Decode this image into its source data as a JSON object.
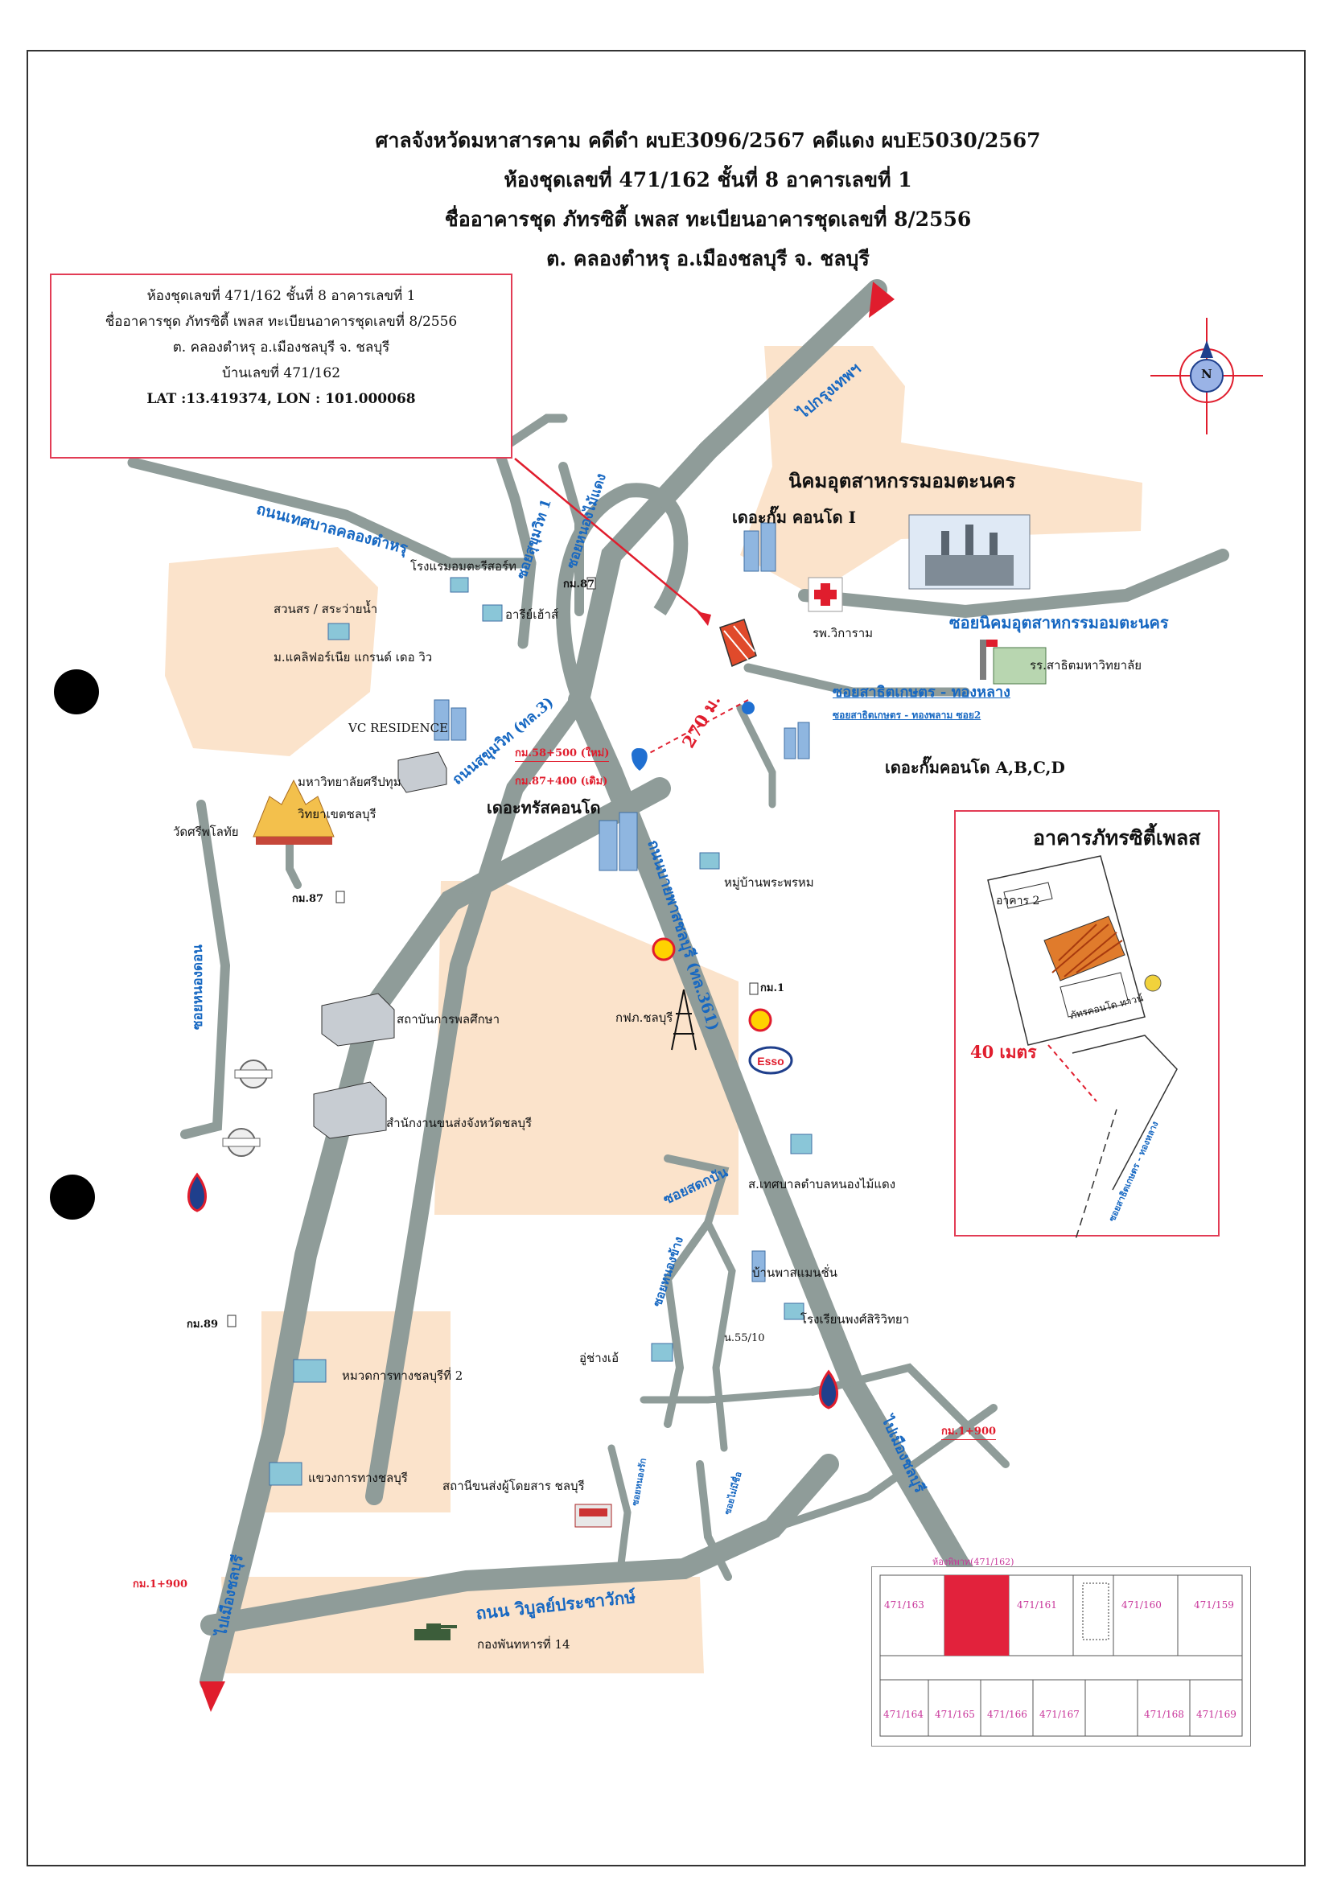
{
  "header": {
    "line1": "ศาลจังหวัดมหาสารคาม คดีดำ ผบE3096/2567 คดีแดง ผบE5030/2567",
    "line2": "ห้องชุดเลขที่ 471/162 ชั้นที่ 8 อาคารเลขที่ 1",
    "line3": "ชื่ออาคารชุด ภัทรซิตี้ เพลส ทะเบียนอาคารชุดเลขที่ 8/2556",
    "line4": "ต. คลองตำหรุ อ.เมืองชลบุรี จ. ชลบุรี"
  },
  "infobox": {
    "line1": "ห้องชุดเลขที่ 471/162 ชั้นที่ 8 อาคารเลขที่ 1",
    "line2": "ชื่ออาคารชุด ภัทรซิตี้ เพลส ทะเบียนอาคารชุดเลขที่ 8/2556",
    "line3": "ต. คลองตำหรุ อ.เมืองชลบุรี จ. ชลบุรี",
    "line4": "บ้านเลขที่ 471/162",
    "coords": "LAT :13.419374,  LON : 101.000068"
  },
  "compass": {
    "letter": "N"
  },
  "roads": {
    "to_bangkok": "ไปกรุงเทพฯ",
    "to_chonburi_right": "ไปเมืองชลบุรี",
    "to_chonburi_left": "ไปเมืองชลบุรี",
    "sukhumvit": "ถนนสุขุมวิท (ทล.3)",
    "soi_sukhumvit": "ซอยสุขุมวิท 1",
    "soi_nongmaidaeng": "ซอยหนองไม้แดง",
    "thesaban_road": "ถนนเทศบาลคลองตำหรุ",
    "bypass": "ถนนบายพาสชลบุรี (ทล.361)",
    "soi_amata": "ซอยนิคมอุตสาหกรรมอมตะนคร",
    "soi_sathitkaset": "ซอยสาธิตเกษตร - ทองหลาง",
    "soi_sathitkaset2": "ซอยสาธิตเกษตร - ทองพลาม ซอย2",
    "soi_nongdon": "ซอยหนองดอน",
    "soi_sakbun": "ซอยสดกบัน",
    "soi_nongkhang": "ซอยหนองข้าง",
    "wiboon": "ถนน วิบูลย์ประชาวักษ์",
    "soi_nongrak": "ซอยหนองรัก",
    "soi_maisue": "ซอยไม่มีชื่อ"
  },
  "places": {
    "amata": "นิคมอุตสาหกรรมอมตะนคร",
    "the_cube_i": "เดอะกั๊ม คอนโด I",
    "the_cube_abcd": "เดอะกั๊มคอนโด A,B,C,D",
    "vikarom": "รพ.วิการาม",
    "sathit_school": "รร.สาธิตมหาวิทยาลัย",
    "hotel": "โรงแรมอมตะรีสอร์ท",
    "aree": "อารีย์เฮ้าส์",
    "suansorn": "สวนสร / สระว่ายน้ำ",
    "california": "ม.แคลิฟอร์เนีย แกรนด์ เดอ วิว",
    "vc": "VC RESIDENCE",
    "sripatum": "มหาวิทยาลัยศรีปทุม",
    "sripatum2": "วิทยาเขตชลบุรี",
    "temple": "วัดศรีพโลทัย",
    "trust": "เดอะทรัสคอนโด",
    "village": "หมู่บ้านพระพรหม",
    "pea": "กฟภ.ชลบุรี",
    "pe_inst": "สถาบันการพลศึกษา",
    "transport_office": "สำนักงานขนส่งจังหวัดชลบุรี",
    "municipal": "ส.เทศบาลตำบลหนองไม้แดง",
    "mansion": "บ้านพาสแมนชั่น",
    "school": "โรงเรียนพงศ์สิริวิทยา",
    "n5510": "น.55/10",
    "garage": "อู่ช่างเอ้",
    "highway2": "หมวดการทางชลบุรีที่ 2",
    "highway_dist": "แขวงการทางชลบุรี",
    "bus_station": "สถานีขนส่งผู้โดยสาร ชลบุรี",
    "army": "กองพันทหารที่ 14"
  },
  "km_markers": {
    "km87_top": "กม.87",
    "km87_left": "กม.87",
    "km89": "กม.89",
    "km1": "กม.1",
    "km58": "กม.58+500 (ใหม่)",
    "km87_400": "กม.87+400 (เดิม)",
    "km1_900_right": "กม.1+900",
    "km1_900_left": "กม.1+900"
  },
  "distance_main": "270 ม.",
  "inset": {
    "title": "อาคารภัทรซิตี้เพลส",
    "building2": "อาคาร 2",
    "townhome": "ภัทรคอนโด ทาวน์",
    "distance": "40 เมตร",
    "soi": "ซอยสาธิตเกษตร - ทองหลาง"
  },
  "floorplan": {
    "highlight": "ห้องพิพาท(471/162)",
    "units_top": [
      "471/163",
      "471/161",
      "471/160",
      "471/159"
    ],
    "units_bottom": [
      "471/164",
      "471/165",
      "471/166",
      "471/167",
      "471/168",
      "471/169"
    ]
  },
  "colors": {
    "road": "#8f9c99",
    "area": "#fbe3cb",
    "subject": "#e04a2b",
    "accent_red": "#e01d2d",
    "label_blue": "#1768c2"
  }
}
